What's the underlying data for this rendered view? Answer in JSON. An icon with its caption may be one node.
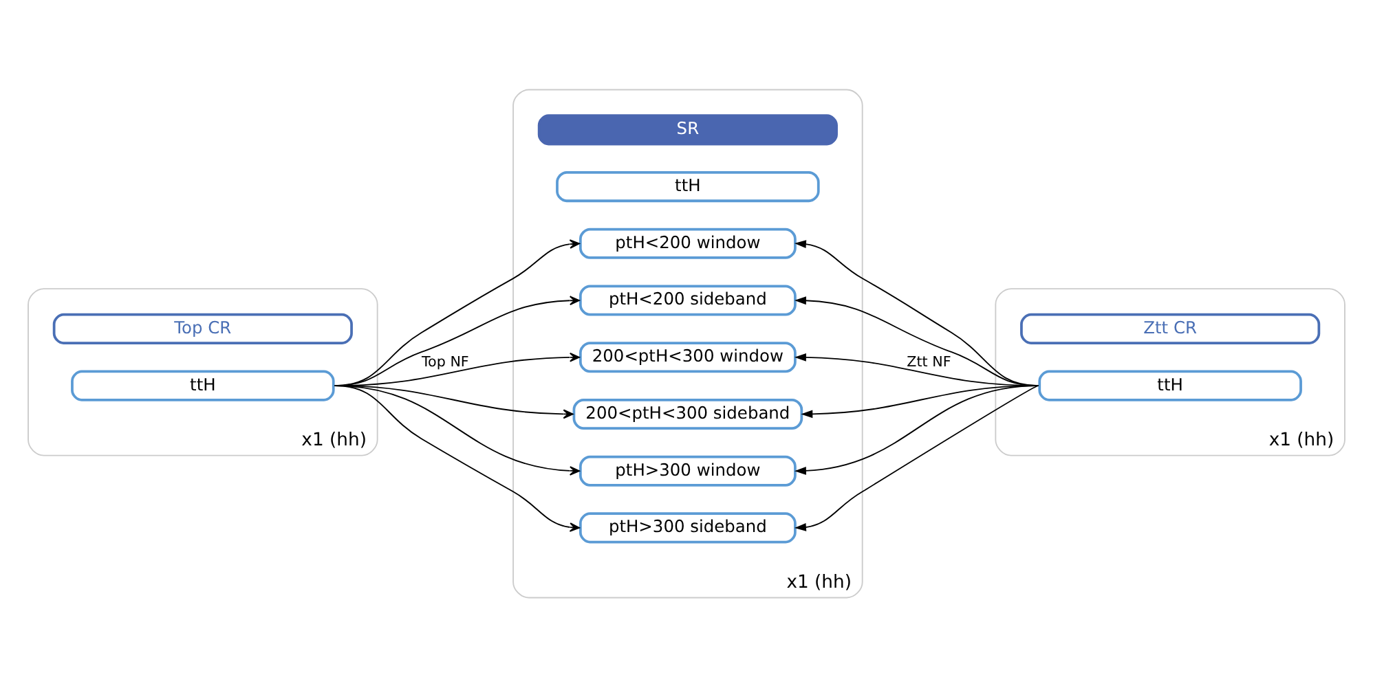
{
  "diagram": {
    "nodes": [
      {
        "text": [
          "x1 (hh)"
        ]
      },
      {
        "text": [
          "Top CR"
        ],
        "in": 0
      },
      {
        "text": [
          "ttH"
        ],
        "in": 0
      },
      {
        "text": [
          "x1 (hh)"
        ]
      },
      {
        "text": [
          "SR"
        ],
        "in": 3
      },
      {
        "text": [
          "ttH"
        ],
        "in": 3
      },
      {
        "text": [
          "ptH<200 window"
        ],
        "in": 3
      },
      {
        "text": [
          "ptH<200 sideband"
        ],
        "in": 3
      },
      {
        "text": [
          "200<ptH<300 window"
        ],
        "in": 3
      },
      {
        "text": [
          "200<ptH<300 sideband"
        ],
        "in": 3
      },
      {
        "text": [
          "ptH>300 window"
        ],
        "in": 3
      },
      {
        "text": [
          "ptH>300 sideband"
        ],
        "in": 3
      },
      {
        "text": [
          "x1 (hh)"
        ]
      },
      {
        "text": [
          "Ztt CR"
        ],
        "in": 12
      },
      {
        "text": [
          "ttH"
        ],
        "in": 12
      }
    ],
    "edges": [
      {
        "from": 2,
        "to": 6,
        "arrow": "to"
      },
      {
        "from": 2,
        "to": 7,
        "arrow": "to"
      },
      {
        "from": 2,
        "to": 8,
        "arrow": "to",
        "label": "Top NF"
      },
      {
        "from": 2,
        "to": 9,
        "arrow": "to"
      },
      {
        "from": 2,
        "to": 10,
        "arrow": "to"
      },
      {
        "from": 2,
        "to": 11,
        "arrow": "to"
      },
      {
        "from": 14,
        "to": 6,
        "arrow": "to"
      },
      {
        "from": 14,
        "to": 7,
        "arrow": "to"
      },
      {
        "from": 14,
        "to": 8,
        "arrow": "to",
        "label": "Ztt NF"
      },
      {
        "from": 14,
        "to": 9,
        "arrow": "to"
      },
      {
        "from": 14,
        "to": 10,
        "arrow": "to"
      },
      {
        "from": 14,
        "to": 11,
        "arrow": "to"
      }
    ]
  }
}
